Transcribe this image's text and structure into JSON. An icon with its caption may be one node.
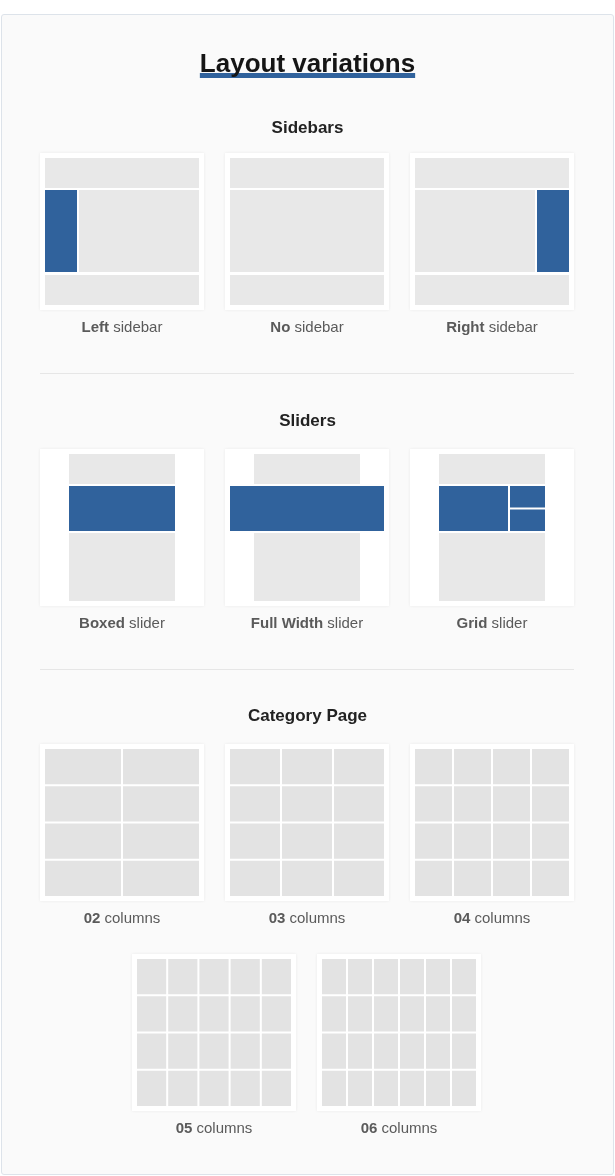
{
  "diagram": {
    "title": "Layout variations",
    "nodes": [
      {
        "text": [],
        "shape": "picture",
        "beside": [
          "**Left** sidebar"
        ]
      },
      {
        "text": [],
        "shape": "picture",
        "beside": [
          "**No** sidebar"
        ]
      },
      {
        "text": [],
        "shape": "picture",
        "beside": [
          "**Right** sidebar"
        ]
      },
      {
        "text": [],
        "shape": "picture",
        "beside": [
          "**Boxed** slider"
        ]
      },
      {
        "text": [],
        "shape": "picture",
        "beside": [
          "**Full Width** slider"
        ]
      },
      {
        "text": [],
        "shape": "picture",
        "beside": [
          "**Grid** slider"
        ]
      },
      {
        "text": [],
        "shape": "picture",
        "beside": [
          "**02** columns"
        ]
      },
      {
        "text": [],
        "shape": "picture",
        "beside": [
          "**03** columns"
        ]
      },
      {
        "text": [],
        "shape": "picture",
        "beside": [
          "**04** columns"
        ]
      },
      {
        "text": [],
        "shape": "picture",
        "beside": [
          "**05** columns"
        ]
      },
      {
        "text": [],
        "shape": "picture",
        "beside": [
          "**06** columns"
        ]
      }
    ],
    "labels": [
      "Sidebars",
      "Sliders",
      "Category Page"
    ]
  }
}
